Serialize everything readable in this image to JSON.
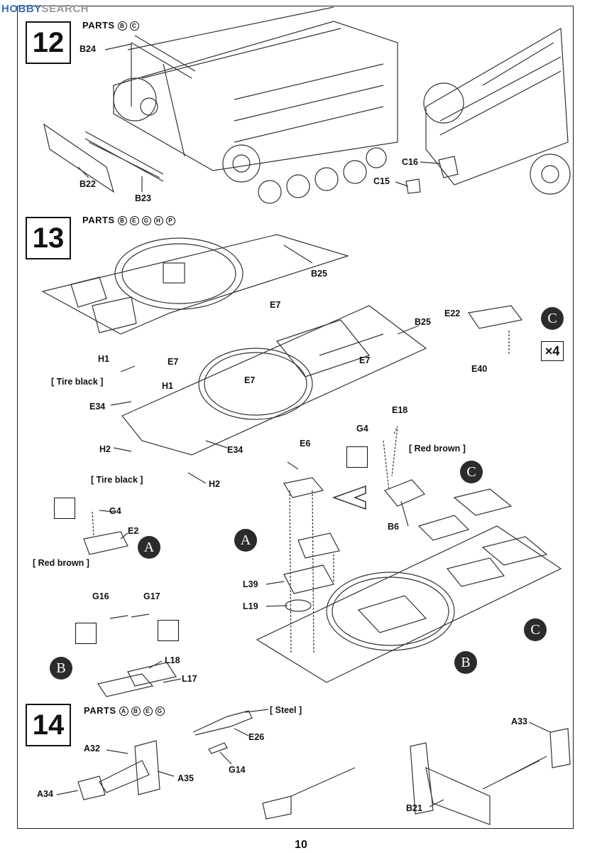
{
  "watermark": {
    "left": "HOBBY",
    "right": "SEARCH"
  },
  "page_number": "10",
  "steps": [
    {
      "number": "12",
      "parts_label": "PARTS",
      "parts": [
        "B",
        "C"
      ]
    },
    {
      "number": "13",
      "parts_label": "PARTS",
      "parts": [
        "B",
        "E",
        "G",
        "H",
        "P"
      ]
    },
    {
      "number": "14",
      "parts_label": "PARTS",
      "parts": [
        "A",
        "B",
        "E",
        "G"
      ]
    }
  ],
  "step12_labels": {
    "b24": "B24",
    "b22": "B22",
    "b23": "B23",
    "c16": "C16",
    "c15": "C15"
  },
  "step13_labels": {
    "b25a": "B25",
    "b25b": "B25",
    "e7a": "E7",
    "e7b": "E7",
    "e7c": "E7",
    "e7d": "E7",
    "h1a": "H1",
    "h1b": "H1",
    "tire_black_a": "[ Tire black ]",
    "tire_black_b": "[ Tire black ]",
    "e34a": "E34",
    "e34b": "E34",
    "h2a": "H2",
    "h2b": "H2",
    "e22": "E22",
    "e40": "E40",
    "times4": "×4",
    "e18": "E18",
    "g4a": "G4",
    "red_brown_a": "[ Red brown ]",
    "b6": "B6",
    "e6": "E6",
    "g4b": "G4",
    "e2": "E2",
    "red_brown_b": "[ Red brown ]",
    "l39": "L39",
    "l19": "L19",
    "g16": "G16",
    "g17": "G17",
    "l18": "L18",
    "l17": "L17"
  },
  "step14_labels": {
    "steel": "[ Steel ]",
    "e26": "E26",
    "g14": "G14",
    "a32": "A32",
    "a35": "A35",
    "a34": "A34",
    "a33": "A33",
    "b21": "B21"
  },
  "badges": {
    "c": "C",
    "a": "A",
    "b": "B"
  }
}
